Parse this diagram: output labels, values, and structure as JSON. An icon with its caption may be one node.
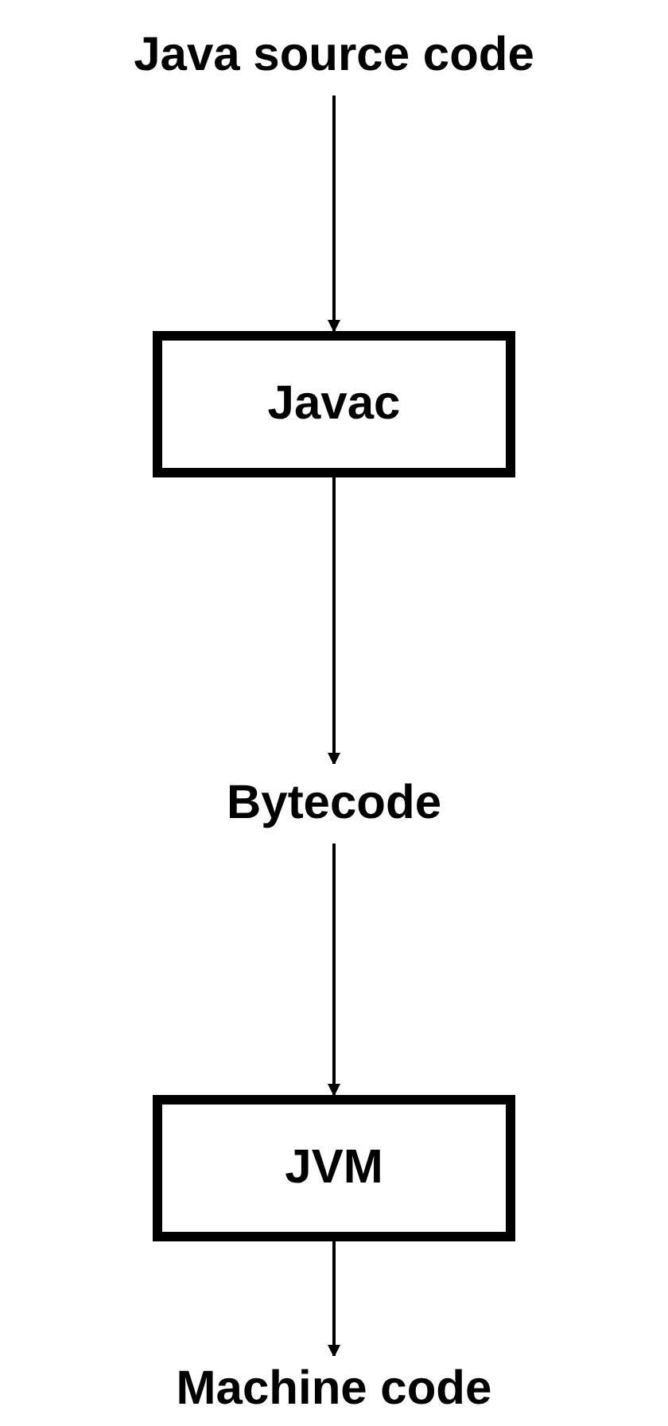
{
  "diagram": {
    "nodes": [
      {
        "text": [
          "Java source code"
        ]
      },
      {
        "text": [
          "Javac"
        ]
      },
      {
        "text": [
          "Bytecode"
        ]
      },
      {
        "text": [
          "JVM"
        ]
      },
      {
        "text": [
          "Machine code"
        ]
      }
    ],
    "edges": [
      {
        "from": 0,
        "to": 1,
        "arrow": "to"
      },
      {
        "from": 1,
        "to": 2,
        "arrow": "to"
      },
      {
        "from": 2,
        "to": 3,
        "arrow": "to"
      },
      {
        "from": 3,
        "to": 4,
        "arrow": "to"
      }
    ]
  }
}
